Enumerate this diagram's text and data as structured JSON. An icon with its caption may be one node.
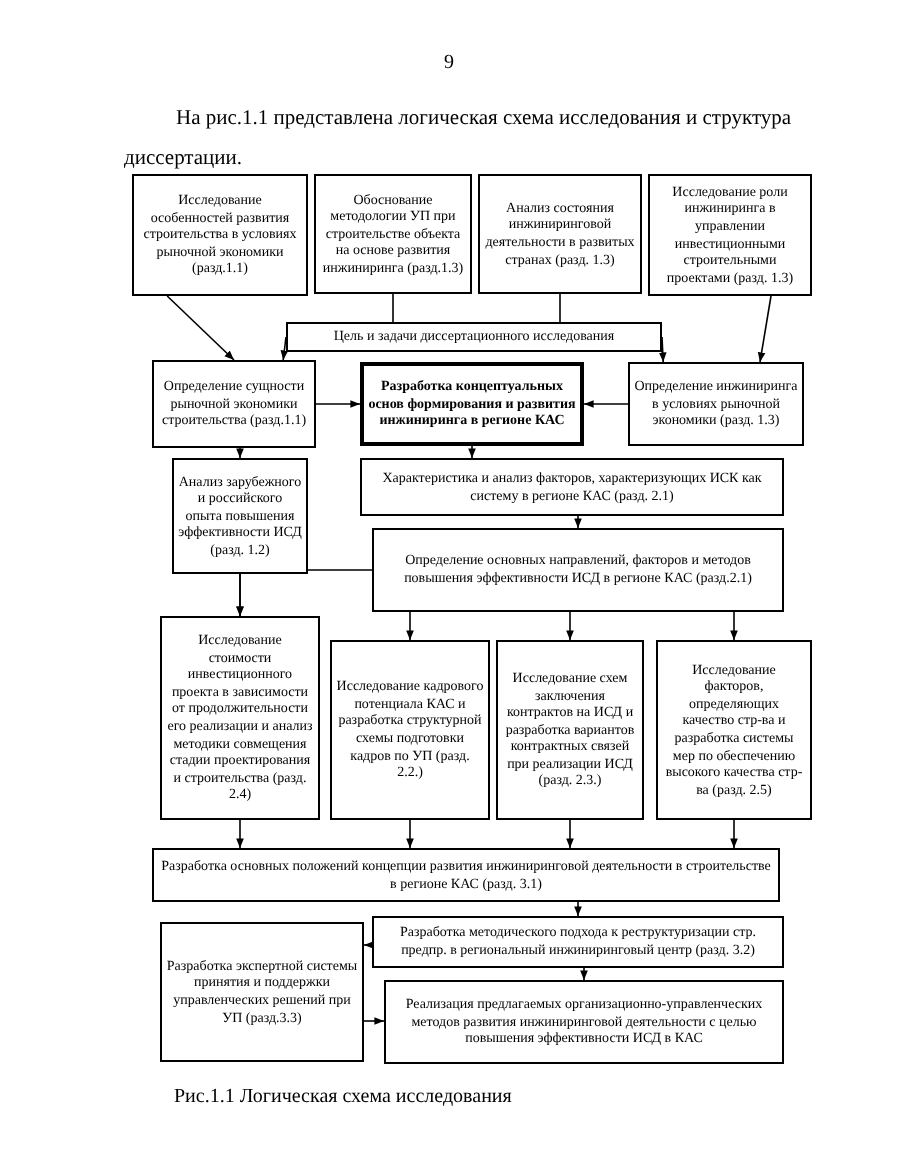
{
  "diagram": {
    "caption": "Рис.1.1 Логическая схема исследования",
    "nodes": [
      {
        "text": [
          "Исследование особенностей развития строительства в условиях рыночной экономики (разд.1.1)"
        ]
      },
      {
        "text": [
          "Обоснование методологии УП при строительстве объекта на основе развития инжиниринга (разд.1.3)"
        ]
      },
      {
        "text": [
          "Анализ состояния инжиниринговой деятельности в развитых странах (разд. 1.3)"
        ]
      },
      {
        "text": [
          "Исследование роли инжиниринга в управлении инвестиционными строительными проектами (разд. 1.3)"
        ]
      },
      {
        "text": [
          "Цель и задачи диссертационного исследования"
        ]
      },
      {
        "text": [
          "Определение сущности рыночной экономики строительства (разд.1.1)"
        ]
      },
      {
        "text": [
          "Разработка концептуальных основ формирования и развития инжиниринга в регионе КАС"
        ]
      },
      {
        "text": [
          "Определение инжиниринга в условиях рыночной экономики (разд. 1.3)"
        ]
      },
      {
        "text": [
          "Анализ зарубежного и российского опыта повышения эффективности ИСД (разд. 1.2)"
        ]
      },
      {
        "text": [
          "Характеристика и анализ факторов, характеризующих ИСК как систему в регионе КАС (разд. 2.1)"
        ]
      },
      {
        "text": [
          "Определение основных направлений, факторов и методов повышения эффективности ИСД в регионе КАС (разд.2.1)"
        ]
      },
      {
        "text": [
          "Исследование стоимости инвестиционного проекта в зависимости от продолжительности его реализации и анализ методики совмещения стадии проектирования и строительства (разд. 2.4)"
        ]
      },
      {
        "text": [
          "Исследование кадрового потенциала КАС и разработка структурной схемы подготовки кадров по УП (разд. 2.2.)"
        ]
      },
      {
        "text": [
          "Исследование схем заключения контрактов на ИСД и разработка вариантов контрактных связей при реализации ИСД (разд. 2.3.)"
        ]
      },
      {
        "text": [
          "Исследование факторов, определяющих качество стр-ва и разработка системы мер по обеспечению высокого качества стр-ва (разд. 2.5)"
        ]
      },
      {
        "text": [
          "Разработка основных положений концепции развития инжиниринговой деятельности в строительстве в регионе КАС (разд. 3.1)"
        ]
      },
      {
        "text": [
          "Разработка экспертной системы принятия и поддержки управленческих решений при УП (разд.3.3)"
        ]
      },
      {
        "text": [
          "Разработка методического подхода к реструктуризации стр. предпр. в региональный инжиниринговый центр (разд. 3.2)"
        ]
      },
      {
        "text": [
          "Реализация предлагаемых организационно-управленческих методов развития инжиниринговой деятельности с целью повышения эффективности ИСД в КАС"
        ]
      }
    ],
    "edges": [
      {
        "from": 1,
        "to": 4,
        "arrow": "none"
      },
      {
        "from": 2,
        "to": 4,
        "arrow": "none"
      },
      {
        "from": 0,
        "to": 5,
        "arrow": "to"
      },
      {
        "from": 3,
        "to": 7,
        "arrow": "to"
      },
      {
        "from": 4,
        "to": 5,
        "arrow": "to"
      },
      {
        "from": 4,
        "to": 7,
        "arrow": "to"
      },
      {
        "from": 5,
        "to": 6,
        "arrow": "to"
      },
      {
        "from": 7,
        "to": 6,
        "arrow": "to"
      },
      {
        "from": 5,
        "to": 8,
        "arrow": "to"
      },
      {
        "from": 6,
        "to": 9,
        "arrow": "to"
      },
      {
        "from": 9,
        "to": 10,
        "arrow": "to"
      },
      {
        "from": 8,
        "to": 11,
        "arrow": "to"
      },
      {
        "from": 10,
        "to": 11,
        "arrow": "to"
      },
      {
        "from": 10,
        "to": 12,
        "arrow": "to"
      },
      {
        "from": 10,
        "to": 13,
        "arrow": "to"
      },
      {
        "from": 10,
        "to": 14,
        "arrow": "to"
      },
      {
        "from": 11,
        "to": 15,
        "arrow": "to"
      },
      {
        "from": 12,
        "to": 15,
        "arrow": "to"
      },
      {
        "from": 13,
        "to": 15,
        "arrow": "to"
      },
      {
        "from": 14,
        "to": 15,
        "arrow": "to"
      },
      {
        "from": 15,
        "to": 17,
        "arrow": "to"
      },
      {
        "from": 17,
        "to": 16,
        "arrow": "to"
      },
      {
        "from": 17,
        "to": 18,
        "arrow": "to"
      },
      {
        "from": 16,
        "to": 18,
        "arrow": "to"
      }
    ],
    "labels": [
      "9",
      "На рис.1.1 представлена логическая схема исследования и структура диссертации."
    ]
  }
}
